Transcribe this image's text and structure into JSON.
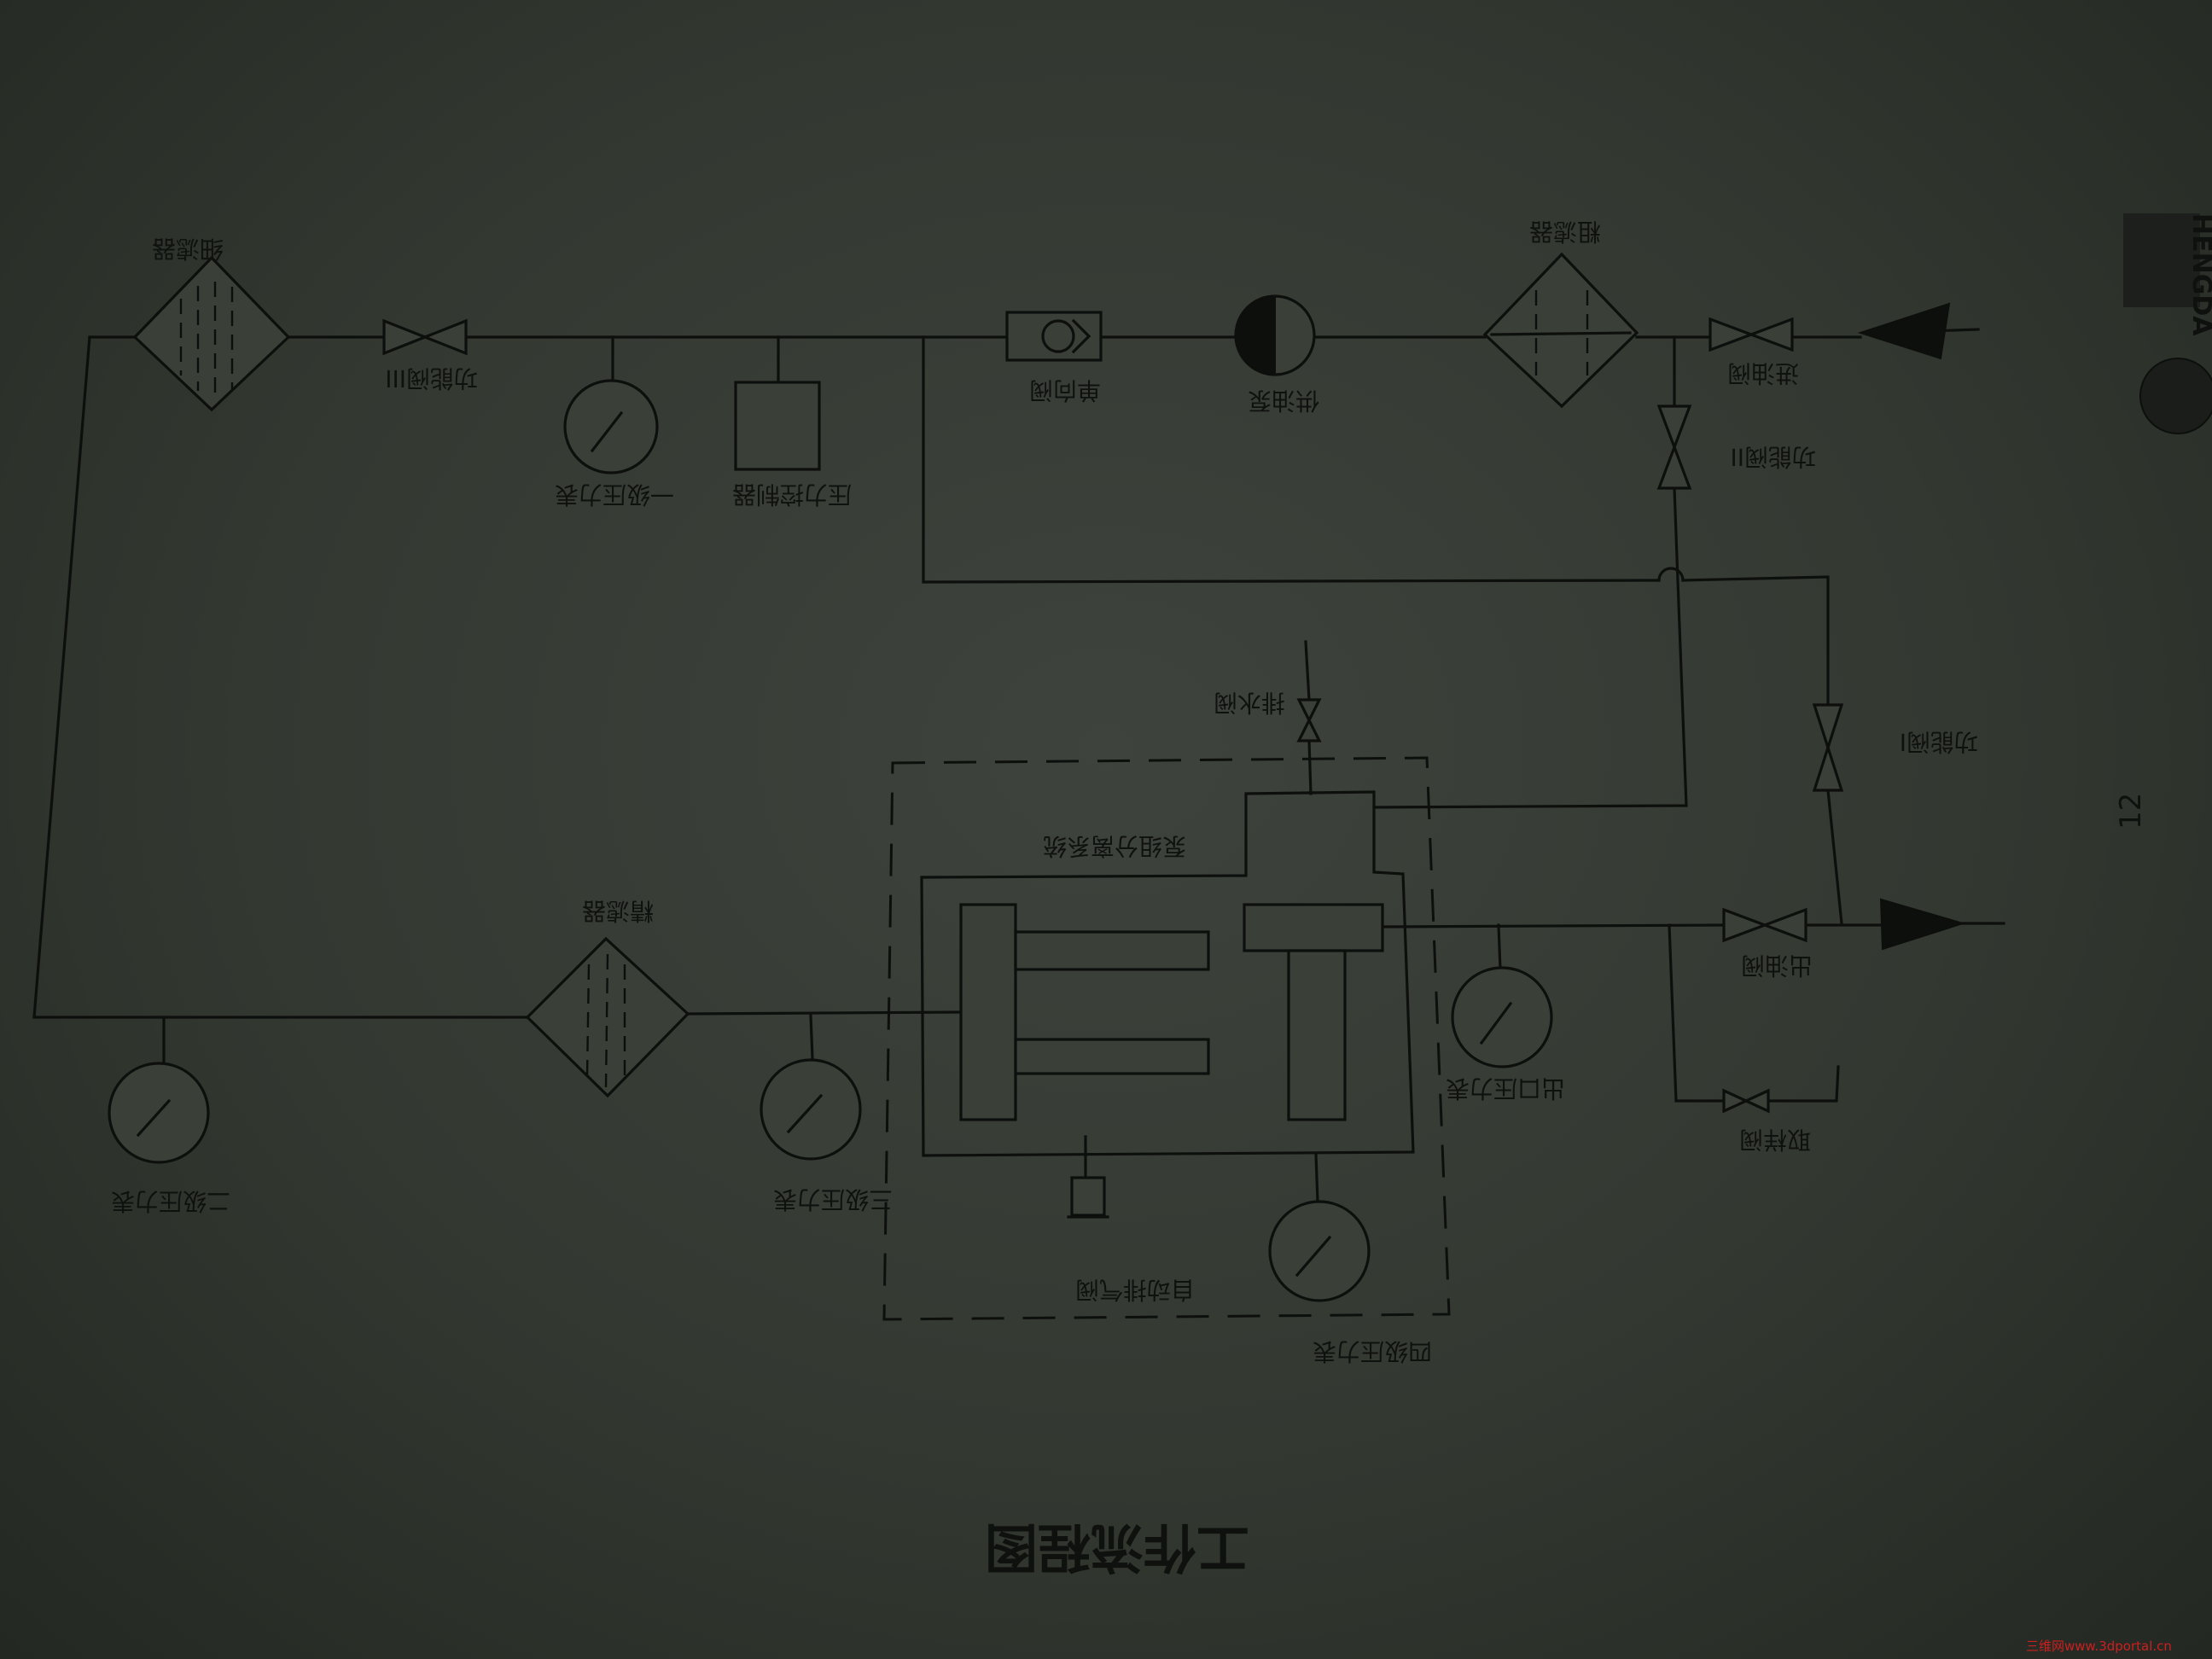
{
  "diagram": {
    "title": "工作流程图",
    "page_number": "12",
    "brand_text": "HENGDA",
    "watermark": "三维网www.3dportal.cn",
    "labels": {
      "fine_filter": "细滤器",
      "function_valve_3": "功能阀III",
      "stage1_gauge": "一级压力表",
      "pressure_controller": "压力控制器",
      "check_valve": "单向阀",
      "oil_pump": "供油泵",
      "coarse_filter": "粗滤器",
      "inlet_valve": "进油阀",
      "function_valve_2": "功能阀II",
      "drain_valve": "排水阀",
      "function_valve_1": "功能阀I",
      "pump_system": "泵组分离系统",
      "precision_filter": "精滤器",
      "outlet_valve": "出油阀",
      "outlet_gauge": "出口压力表",
      "sampling_valve": "取样阀",
      "stage2_gauge": "二级压力表",
      "stage3_gauge": "三级压力表",
      "auto_vent_valve": "自动排气阀",
      "stage4_gauge": "四级压力表"
    }
  }
}
